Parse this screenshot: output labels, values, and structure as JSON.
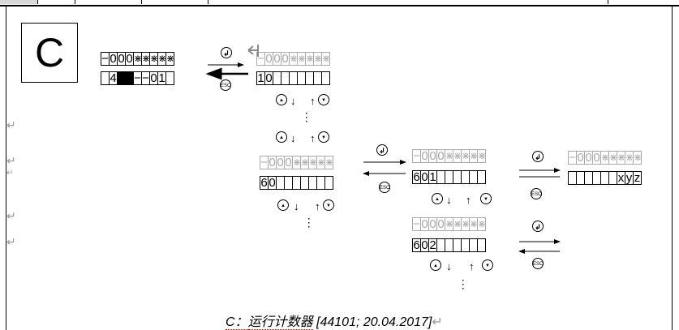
{
  "section_label": "C",
  "paragraph_mark": "↵",
  "esc_label": "ESC",
  "enter_label": "↲",
  "up_symbol": "▲",
  "down_symbol": "▼",
  "arrow_up": "↑",
  "arrow_down": "↓",
  "displays": {
    "d1_top": [
      "−",
      "0",
      "0",
      "0",
      "⋇",
      "⋇",
      "⋇",
      "⋇",
      "⋇"
    ],
    "d1_bot": [
      "",
      "4",
      "█",
      "█",
      "−",
      "−",
      "0",
      "1",
      ""
    ],
    "d2_top": [
      "−",
      "0",
      "0",
      "0",
      "⋇",
      "⋇",
      "⋇",
      "⋇",
      "⋇"
    ],
    "d2_bot": [
      "1",
      "0",
      "",
      "",
      "",
      "",
      "",
      "",
      ""
    ],
    "d3_top": [
      "−",
      "0",
      "0",
      "0",
      "⋇",
      "⋇",
      "⋇",
      "⋇",
      "⋇"
    ],
    "d3_bot": [
      "6",
      "0",
      "",
      "",
      "",
      "",
      "",
      "",
      ""
    ],
    "d4_top": [
      "−",
      "0",
      "0",
      "0",
      "⋇",
      "⋇",
      "⋇",
      "⋇",
      "⋇"
    ],
    "d4_bot": [
      "6",
      "0",
      "1",
      "",
      "",
      "",
      "",
      "",
      ""
    ],
    "d5_top": [
      "−",
      "0",
      "0",
      "0",
      "⋇",
      "⋇",
      "⋇",
      "⋇",
      "⋇"
    ],
    "d5_bot": [
      "",
      "",
      "",
      "",
      "",
      "",
      "x",
      "y",
      "z"
    ],
    "d6_top": [
      "−",
      "0",
      "0",
      "0",
      "⋇",
      "⋇",
      "⋇",
      "⋇",
      "⋇"
    ],
    "d6_bot": [
      "6",
      "0",
      "2",
      "",
      "",
      "",
      "",
      "",
      ""
    ]
  },
  "caption": {
    "prefix": "C：",
    "title": "运行计数器",
    "suffix": " [44101; 20.04.2017]"
  }
}
